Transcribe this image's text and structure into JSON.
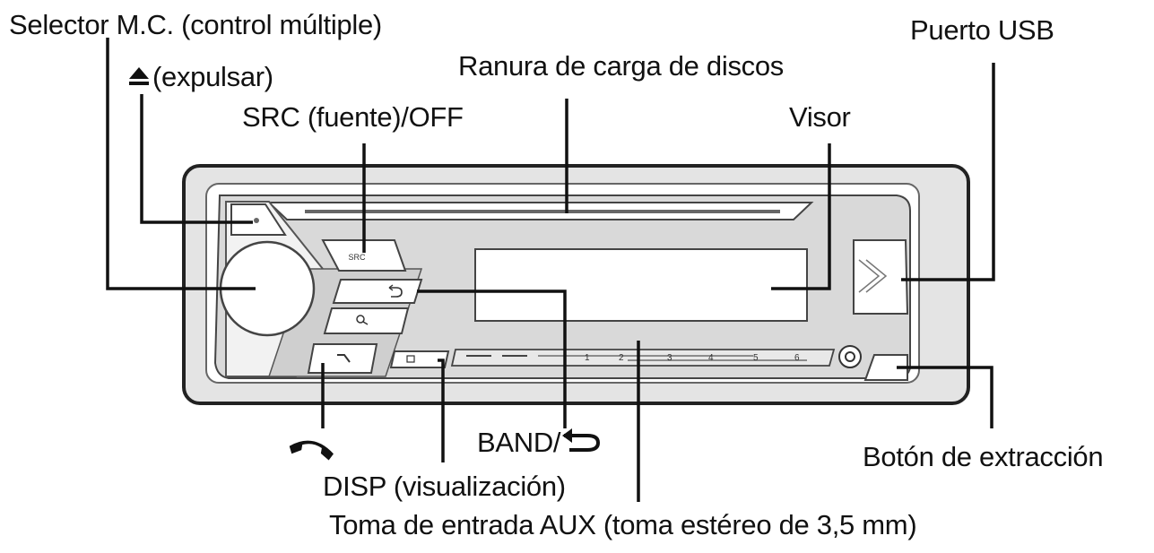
{
  "labels": {
    "mc_selector": "Selector M.C. (control múltiple)",
    "eject": "(expulsar)",
    "disc_slot": "Ranura de carga de discos",
    "usb_port": "Puerto USB",
    "src_off": "SRC (fuente)/OFF",
    "display": "Visor",
    "band": "BAND/",
    "detach": "Botón de extracción",
    "disp": "DISP (visualización)",
    "aux": "Toma de entrada AUX (toma estéreo de 3,5 mm)"
  },
  "buttons": {
    "src": "SRC",
    "preset_1": "1",
    "preset_2": "2",
    "preset_3": "3",
    "preset_4": "4",
    "preset_5": "5",
    "preset_6": "6"
  },
  "icons": [
    "eject-icon",
    "phone-icon",
    "band-return-icon",
    "search-icon",
    "back-icon",
    "disp-icon",
    "usb-icon",
    "aux-jack-icon"
  ],
  "colors": {
    "line": "#111111",
    "panel": "#d9d9d9",
    "face": "#ffffff",
    "frame": "#555555"
  }
}
